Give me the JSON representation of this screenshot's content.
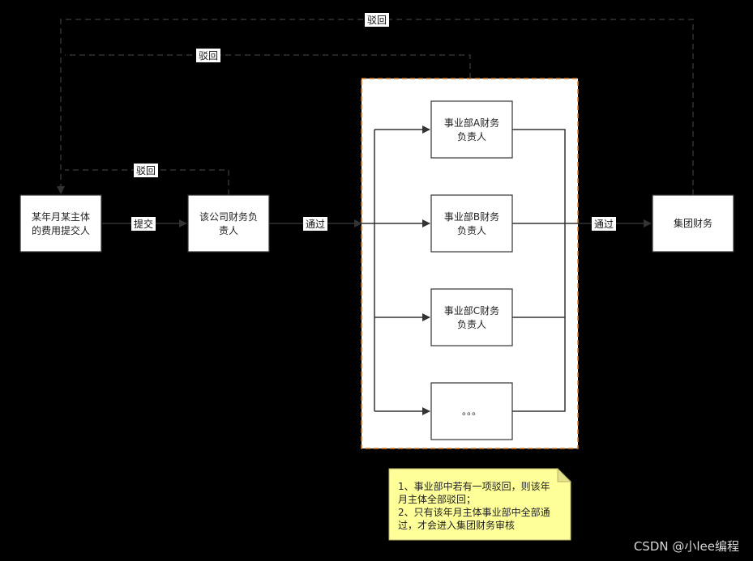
{
  "nodes": {
    "submitter_line1": "某年月某主体",
    "submitter_line2": "的费用提交人",
    "company_finance_line1": "该公司财务负",
    "company_finance_line2": "责人",
    "dept_a_line1": "事业部A财务",
    "dept_a_line2": "负责人",
    "dept_b_line1": "事业部B财务",
    "dept_b_line2": "负责人",
    "dept_c_line1": "事业部C财务",
    "dept_c_line2": "负责人",
    "dept_more": "。。。",
    "group_finance": "集团财务"
  },
  "edges": {
    "submit": "提交",
    "pass_to_depts": "通过",
    "pass_to_group": "通过",
    "reject_group": "驳回",
    "reject_depts": "驳回",
    "reject_company": "驳回"
  },
  "note": {
    "line1": "1、事业部中若有一项驳回，则该年",
    "line2": "月主体全部驳回；",
    "line3": "2、只有该年月主体事业部中全部通",
    "line4": "过，才会进入集团财务审核"
  },
  "watermark": "CSDN @小lee编程",
  "colors": {
    "background": "#000000",
    "box_fill": "#ffffff",
    "line": "#333333",
    "group_border": "#e07b22",
    "note_fill": "#ffff99"
  }
}
